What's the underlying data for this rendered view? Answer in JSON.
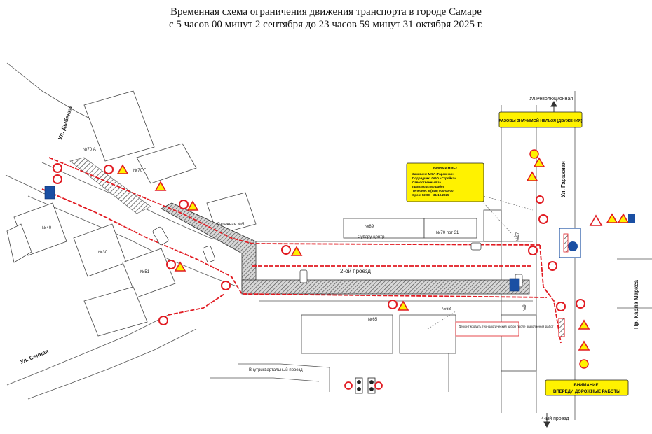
{
  "title_line1": "Временная схема ограничения движения транспорта в городе Самаре",
  "title_line2": "с 5 часов 00 минут 2 сентября до 23 часов 59 минут 31 октября 2025 г.",
  "streets": {
    "dybenko": "Ул. Дыбенко",
    "revolyutsionnaya": "Ул.Революционная",
    "garazhnaya": "Ул. Гаражная",
    "karla_marksa": "Пр. Карла Маркса",
    "sennaya": "Ул. Сенная",
    "proezd2": "2-ой проезд",
    "vnutrikvartalny": "Внутриквартальный проезд",
    "proezd4": "4-ый проезд"
  },
  "buildings": {
    "b70a": "№70 А",
    "b70g": "№70 Г",
    "b40": "№40",
    "b30": "№30",
    "b51": "№51",
    "garazhnaya5": "Гаражная №5",
    "b89": "№89",
    "b70_31": "№70 пот 31",
    "subaru": "Субару-центр",
    "b67": "№67",
    "b65": "№65",
    "b63": "№63",
    "b9": "№9"
  },
  "notices": {
    "top_right": "РАЗОВЫ ЗНАЧИМОЙ НЕЛЬЗЯ (ДВИЖЕНИЯ)",
    "bottom_right_l1": "ВНИМАНИЕ!",
    "bottom_right_l2": "ВПЕРЕДИ ДОРОЖНЫЕ РАБОТЫ",
    "center_heading": "ВНИМАНИЕ!",
    "center_lines": [
      "Заказчик: МКУ «Гаражная»",
      "Подрядчик: ООО «Стройка»",
      "Ответственный за",
      "производство работ",
      "Телефон: 8 (846) 000-00-00",
      "Срок: 02.09 – 31.10.2025"
    ],
    "box_note": "Демонтировать технологический забор после выполнения работ"
  },
  "colors": {
    "closure": "#e11b22",
    "notice_yellow": "#fff200",
    "sign_blue": "#1a4fa3",
    "hatch": "#666666",
    "line": "#333333"
  }
}
